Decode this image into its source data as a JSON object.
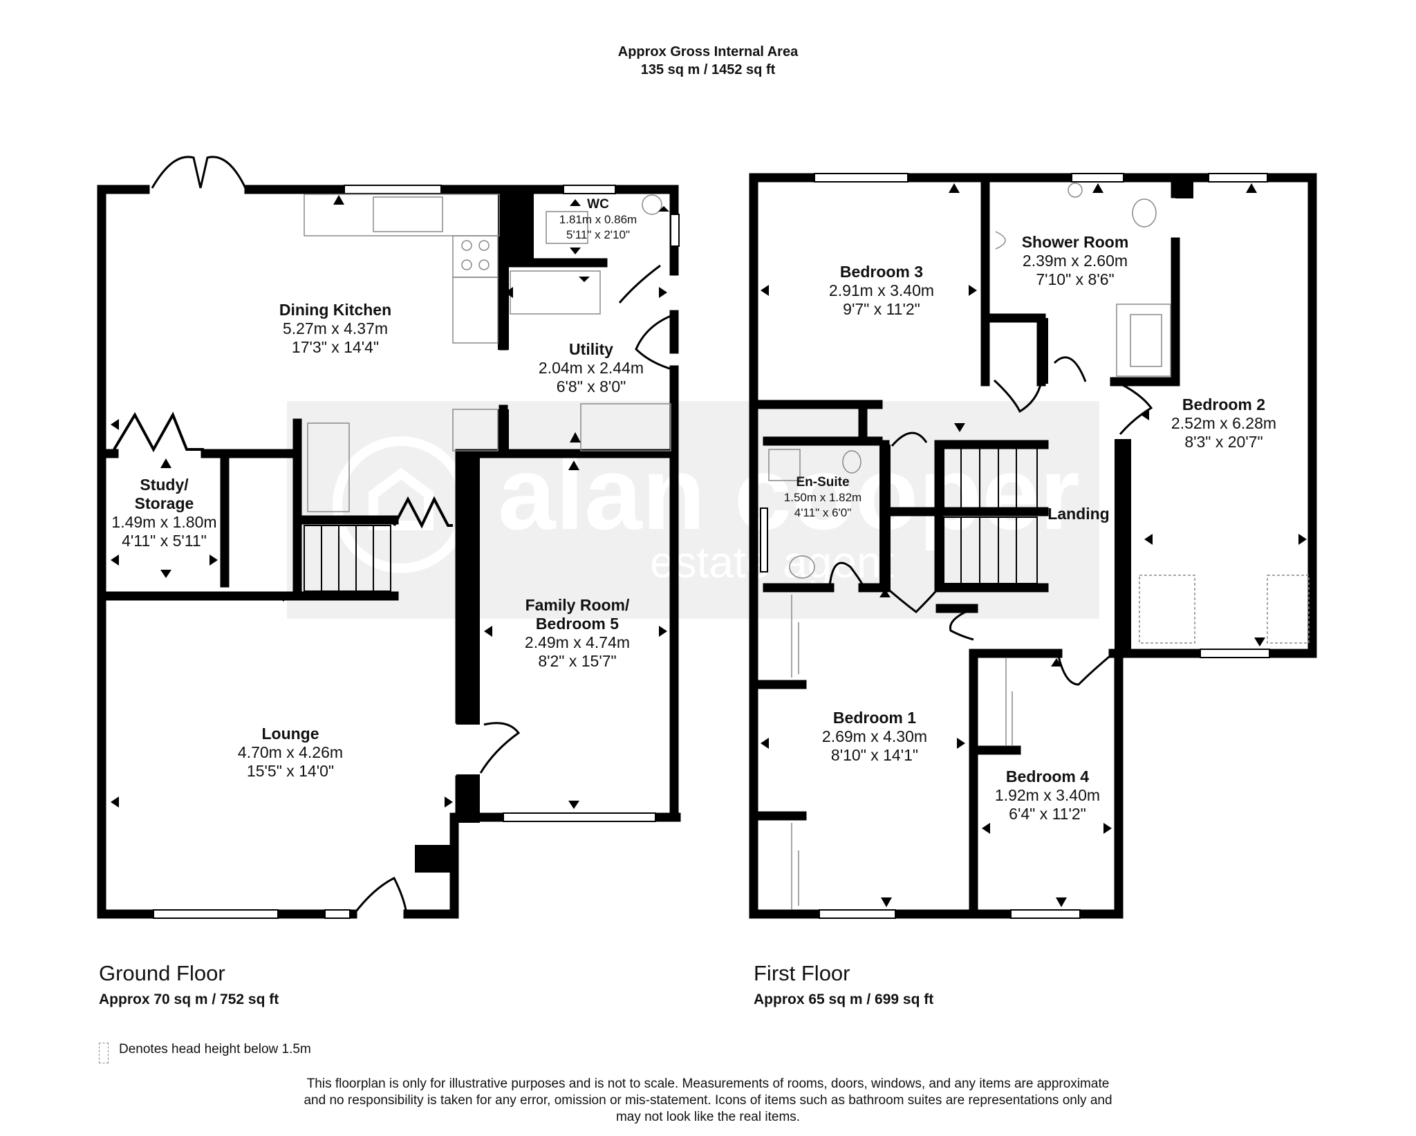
{
  "header": {
    "line1": "Approx Gross Internal Area",
    "line2": "135 sq m / 1452 sq ft"
  },
  "watermark": {
    "line1": "alan cooper",
    "line2": "estate agent"
  },
  "ground_floor": {
    "label": "Ground Floor",
    "area": "Approx 70 sq m / 752 sq ft",
    "rooms": {
      "dining_kitchen": {
        "name": "Dining Kitchen",
        "metric": "5.27m x 4.37m",
        "imperial": "17'3\" x 14'4\""
      },
      "wc": {
        "name": "WC",
        "metric": "1.81m x 0.86m",
        "imperial": "5'11\" x 2'10\""
      },
      "utility": {
        "name": "Utility",
        "metric": "2.04m x 2.44m",
        "imperial": "6'8\" x 8'0\""
      },
      "study": {
        "name1": "Study/",
        "name2": "Storage",
        "metric": "1.49m x 1.80m",
        "imperial": "4'11\" x 5'11\""
      },
      "family_room": {
        "name1": "Family Room/",
        "name2": "Bedroom 5",
        "metric": "2.49m x 4.74m",
        "imperial": "8'2\" x 15'7\""
      },
      "lounge": {
        "name": "Lounge",
        "metric": "4.70m x 4.26m",
        "imperial": "15'5\" x 14'0\""
      }
    }
  },
  "first_floor": {
    "label": "First Floor",
    "area": "Approx 65 sq m / 699 sq ft",
    "rooms": {
      "bedroom3": {
        "name": "Bedroom 3",
        "metric": "2.91m x 3.40m",
        "imperial": "9'7\" x 11'2\""
      },
      "shower_room": {
        "name": "Shower Room",
        "metric": "2.39m x 2.60m",
        "imperial": "7'10\" x 8'6\""
      },
      "bedroom2": {
        "name": "Bedroom 2",
        "metric": "2.52m x 6.28m",
        "imperial": "8'3\" x 20'7\""
      },
      "en_suite": {
        "name": "En-Suite",
        "metric": "1.50m x 1.82m",
        "imperial": "4'11\" x 6'0\""
      },
      "landing": {
        "name": "Landing"
      },
      "bedroom1": {
        "name": "Bedroom 1",
        "metric": "2.69m x 4.30m",
        "imperial": "8'10\" x 14'1\""
      },
      "bedroom4": {
        "name": "Bedroom 4",
        "metric": "1.92m x 3.40m",
        "imperial": "6'4\" x 11'2\""
      }
    }
  },
  "legend": {
    "text": "Denotes head height below 1.5m"
  },
  "disclaimer": {
    "line1": "This floorplan is only for illustrative purposes and is not to scale. Measurements of rooms, doors, windows, and any items are approximate",
    "line2": "and no responsibility is taken for any error, omission or mis-statement. Icons of items such as bathroom suites are representations only and",
    "line3": "may not look like the real items."
  },
  "colors": {
    "wall": "#000000",
    "watermark": "#ececec",
    "fixture": "#888888"
  }
}
